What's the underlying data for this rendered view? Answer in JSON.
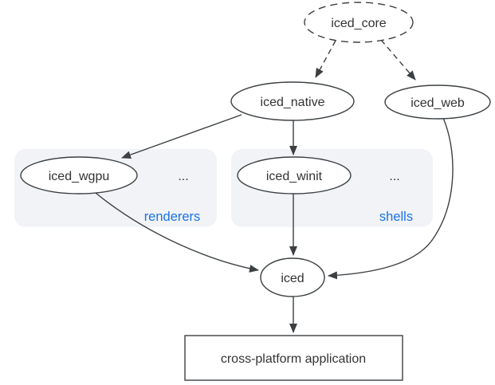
{
  "diagram": {
    "kind": "dependency-graph",
    "background": "#ffffff",
    "colors": {
      "node_stroke": "#3c4043",
      "node_fill": "#ffffff",
      "text": "#333333",
      "group_fill": "#f1f3f6",
      "group_label": "#1a73e8"
    },
    "nodes": {
      "iced_core": {
        "label": "iced_core",
        "shape": "ellipse",
        "border": "dashed"
      },
      "iced_native": {
        "label": "iced_native",
        "shape": "ellipse",
        "border": "solid"
      },
      "iced_web": {
        "label": "iced_web",
        "shape": "ellipse",
        "border": "solid"
      },
      "iced_wgpu": {
        "label": "iced_wgpu",
        "shape": "ellipse",
        "border": "solid",
        "group": "renderers"
      },
      "iced_winit": {
        "label": "iced_winit",
        "shape": "ellipse",
        "border": "solid",
        "group": "shells"
      },
      "iced": {
        "label": "iced",
        "shape": "ellipse",
        "border": "solid"
      },
      "app": {
        "label": "cross-platform application",
        "shape": "rect",
        "border": "solid"
      }
    },
    "groups": {
      "renderers": {
        "label": "renderers",
        "ellipsis": "..."
      },
      "shells": {
        "label": "shells",
        "ellipsis": "..."
      }
    },
    "edges": [
      {
        "from": "iced_core",
        "to": "iced_native",
        "style": "dashed"
      },
      {
        "from": "iced_core",
        "to": "iced_web",
        "style": "dashed"
      },
      {
        "from": "iced_native",
        "to": "iced_wgpu",
        "style": "solid"
      },
      {
        "from": "iced_native",
        "to": "iced_winit",
        "style": "solid"
      },
      {
        "from": "iced_wgpu",
        "to": "iced",
        "style": "solid"
      },
      {
        "from": "iced_winit",
        "to": "iced",
        "style": "solid"
      },
      {
        "from": "iced_web",
        "to": "iced",
        "style": "solid"
      },
      {
        "from": "iced",
        "to": "app",
        "style": "solid"
      }
    ]
  }
}
